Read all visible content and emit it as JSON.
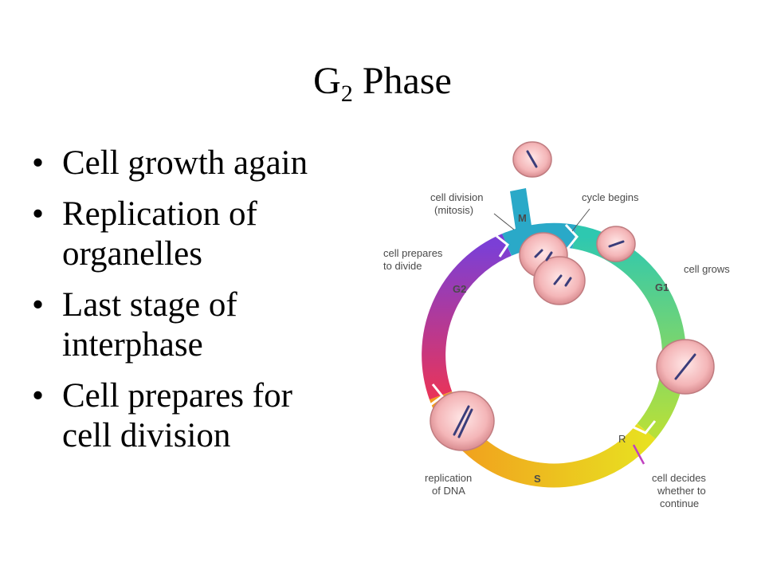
{
  "title": {
    "main": "G",
    "sub": "2",
    "rest": " Phase"
  },
  "bullets": [
    {
      "lines": [
        "Cell growth again"
      ]
    },
    {
      "lines": [
        "Replication of",
        "organelles"
      ]
    },
    {
      "lines": [
        "Last stage of",
        "interphase"
      ]
    },
    {
      "lines": [
        "Cell prepares for",
        "cell division"
      ]
    }
  ],
  "bullet_glyph": "•",
  "diagram": {
    "phases": {
      "m": "M",
      "g1": "G1",
      "s": "S",
      "g2": "G2",
      "r": "R"
    },
    "labels": {
      "cell_division": [
        "cell division",
        "(mitosis)"
      ],
      "cycle_begins": "cycle begins",
      "cell_prepares": [
        "cell prepares",
        "to divide"
      ],
      "cell_grows": "cell grows",
      "replication": [
        "replication",
        "of DNA"
      ],
      "cell_decides": [
        "cell decides",
        "whether to",
        "continue"
      ]
    },
    "colors": {
      "m": "#2aa9c8",
      "g1_start": "#2ec8b0",
      "g1_end": "#b6e03a",
      "s_start": "#e8e020",
      "s_end": "#f29a1e",
      "g2_start": "#e8345a",
      "g2_end": "#7b3fd6",
      "r_marker": "#c040c0",
      "cell": "#f4b6b8"
    }
  }
}
